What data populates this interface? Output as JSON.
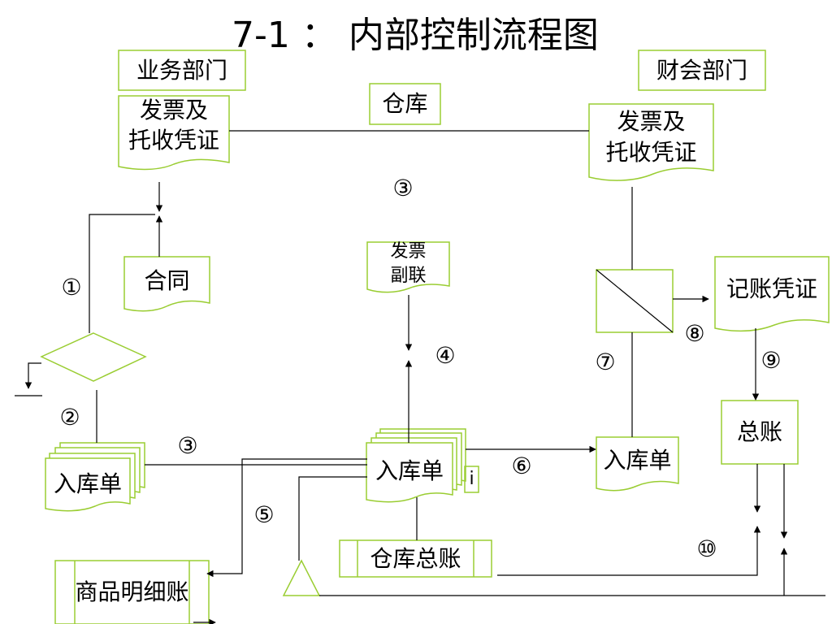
{
  "title": "7-1 ： 内部控制流程图",
  "departments": {
    "business": "业务部门",
    "warehouse": "仓库",
    "finance": "财会部门"
  },
  "documents": {
    "invoice_left_l1": "发票及",
    "invoice_left_l2": "托收凭证",
    "invoice_right_l1": "发票及",
    "invoice_right_l2": "托收凭证",
    "contract": "合同",
    "invoice_copy_l1": "发票",
    "invoice_copy_l2": "副联",
    "receipt_left": "入库单",
    "receipt_center": "入库单",
    "receipt_right": "入库单",
    "accounting_voucher": "记账凭证",
    "general_ledger": "总账",
    "warehouse_ledger": "仓库总账",
    "product_ledger": "商品明细账",
    "small_tag": "i"
  },
  "steps": {
    "s1": "①",
    "s2": "②",
    "s3a": "③",
    "s3b": "③",
    "s4": "④",
    "s5": "⑤",
    "s6": "⑥",
    "s7": "⑦",
    "s8": "⑧",
    "s9": "⑨",
    "s10": "⑩"
  },
  "colors": {
    "shape_stroke": "#9acd32",
    "line": "#000000",
    "background": "#ffffff"
  }
}
